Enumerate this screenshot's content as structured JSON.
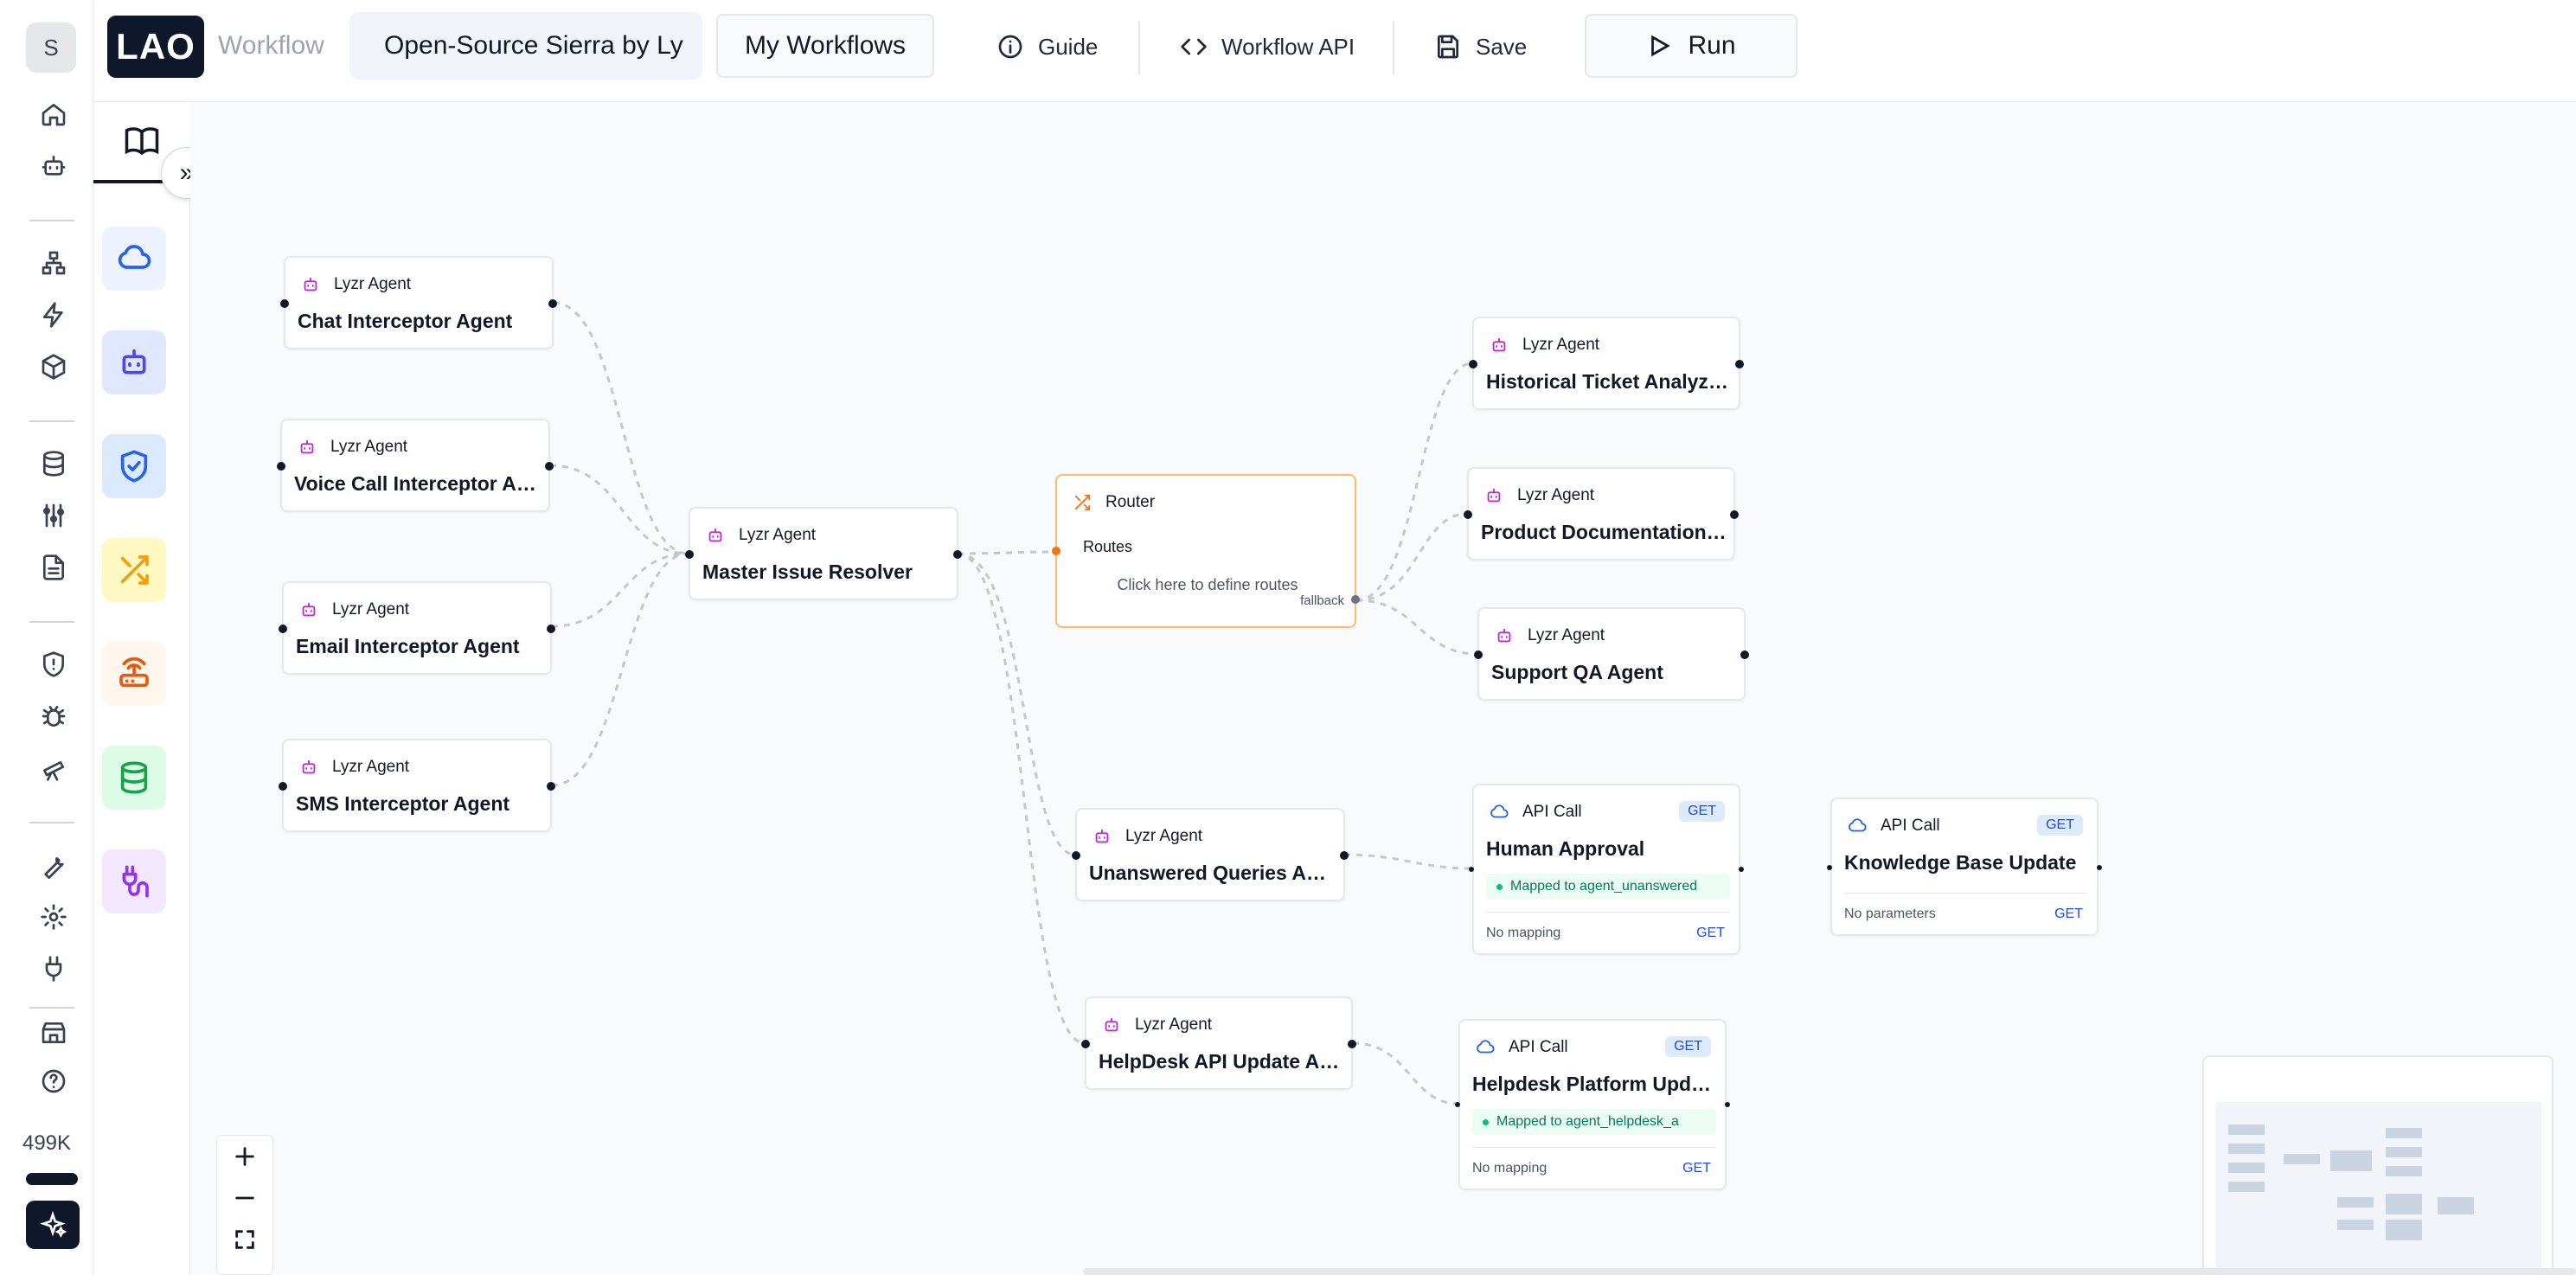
{
  "user": {
    "avatar_letter": "S"
  },
  "credits": {
    "value": "499K"
  },
  "topbar": {
    "logo": "LAO",
    "breadcrumb": "Workflow",
    "workflow_name": "Open-Source Sierra by Ly",
    "my_workflows": "My Workflows",
    "guide": "Guide",
    "workflow_api": "Workflow API",
    "save": "Save",
    "run": "Run"
  },
  "colors": {
    "accent_dark": "#0f172a",
    "agent_icon": "#c026d3",
    "router_border": "#fdba74",
    "router_icon": "#f97316",
    "api_icon": "#2563eb",
    "mapped_green": "#047857"
  },
  "rail_icons": [
    "home-icon",
    "bot-icon",
    "sitemap-icon",
    "zap-icon",
    "cube-icon",
    "database-icon",
    "sliders-icon",
    "document-icon",
    "shield-icon",
    "bug-icon",
    "telescope-icon",
    "wrench-icon",
    "cog-icon",
    "plug-icon",
    "store-icon",
    "help-icon"
  ],
  "palette_icons": [
    "cloud-icon",
    "bot-icon",
    "shield-check-icon",
    "shuffle-icon",
    "router-icon",
    "database-icon",
    "plug-icon"
  ],
  "nodes": {
    "chat": {
      "type": "Lyzr Agent",
      "title": "Chat Interceptor Agent"
    },
    "voice": {
      "type": "Lyzr Agent",
      "title": "Voice Call Interceptor Agent"
    },
    "email": {
      "type": "Lyzr Agent",
      "title": "Email Interceptor Agent"
    },
    "sms": {
      "type": "Lyzr Agent",
      "title": "SMS Interceptor Agent"
    },
    "master": {
      "type": "Lyzr Agent",
      "title": "Master Issue Resolver"
    },
    "router": {
      "type": "Router",
      "routes_label": "Routes",
      "hint": "Click here to define routes",
      "fallback": "fallback"
    },
    "historical": {
      "type": "Lyzr Agent",
      "title": "Historical Ticket Analyzer Agent"
    },
    "product": {
      "type": "Lyzr Agent",
      "title": "Product Documentation Agent"
    },
    "support": {
      "type": "Lyzr Agent",
      "title": "Support QA Agent"
    },
    "unanswered": {
      "type": "Lyzr Agent",
      "title": "Unanswered Queries Analyzer"
    },
    "helpdesk_agent": {
      "type": "Lyzr Agent",
      "title": "HelpDesk API Update Agent"
    },
    "human": {
      "type": "API Call",
      "method": "GET",
      "title": "Human Approval",
      "mapped": "Mapped to agent_unanswered",
      "footer": "No mapping",
      "footer_method": "GET"
    },
    "knowledge": {
      "type": "API Call",
      "method": "GET",
      "title": "Knowledge Base Update",
      "footer": "No parameters",
      "footer_method": "GET"
    },
    "helpdesk_api": {
      "type": "API Call",
      "method": "GET",
      "title": "Helpdesk Platform Update",
      "mapped": "Mapped to agent_helpdesk_a",
      "footer": "No mapping",
      "footer_method": "GET"
    }
  }
}
